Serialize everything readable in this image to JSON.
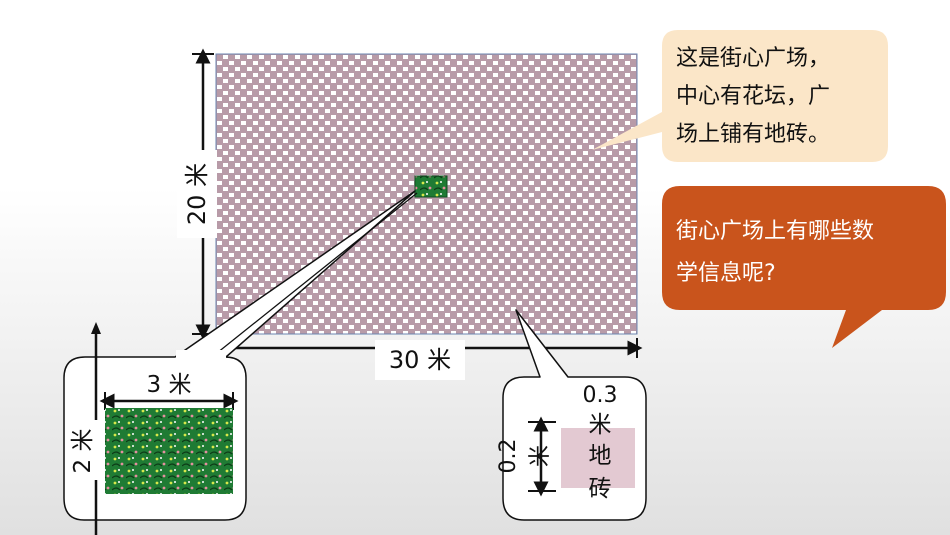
{
  "plaza": {
    "width_label": "30 米",
    "height_label": "20 米"
  },
  "flowerbed": {
    "width_label": "3 米",
    "height_label": "2 米"
  },
  "tile": {
    "width_label": "0.3",
    "height_label": "0.2",
    "unit_label": "米",
    "name_label": "地砖"
  },
  "speech_top": {
    "lines": [
      "这是街心广场，",
      "中心有花坛，广",
      "场上铺有地砖。"
    ]
  },
  "speech_question": {
    "lines": [
      "街心广场上有哪些数",
      "学信息呢?"
    ]
  },
  "colors": {
    "plaza_pattern": "#b79aa6",
    "flowerbed_green": "#1e7a34",
    "tile_fill": "#e3c9d2",
    "speech_top_bg": "#fbe6c8",
    "speech_question_bg": "#c9541c"
  }
}
